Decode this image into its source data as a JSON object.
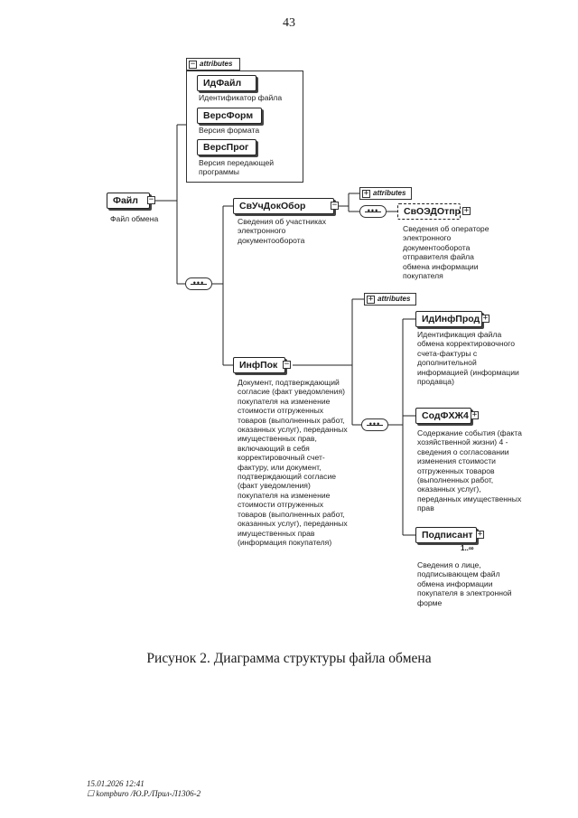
{
  "page_number": "43",
  "caption": "Рисунок 2. Диаграмма структуры файла обмена",
  "footer": {
    "timestamp": "15.01.2026 12:41",
    "path": "☐ kompburo /Ю.Р./Прил-Л1306-2"
  },
  "attributes_label": "attributes",
  "root": {
    "name": "Файл",
    "desc": "Файл обмена",
    "attributes": [
      {
        "name": "ИдФайл",
        "desc": "Идентификатор файла"
      },
      {
        "name": "ВерсФорм",
        "desc": "Версия формата"
      },
      {
        "name": "ВерсПрог",
        "desc": "Версия передающей программы"
      }
    ]
  },
  "sv_uch": {
    "name": "СвУчДокОбор",
    "desc": "Сведения об участниках электронного документооборота",
    "child": {
      "name": "СвОЭДОтпр",
      "desc": "Сведения об операторе электронного документооборота отправителя файла обмена информации покупателя"
    }
  },
  "inf_pok": {
    "name": "ИнфПок",
    "desc": "Документ, подтверждающий согласие (факт уведомления) покупателя на изменение стоимости отгруженных товаров (выполненных работ, оказанных услуг), переданных имущественных прав, включающий в себя корректировочный счет-фактуру, или документ, подтверждающий согласие (факт уведомления) покупателя на изменение стоимости отгруженных товаров (выполненных работ, оказанных услуг), переданных имущественных прав (информация покупателя)",
    "children": [
      {
        "name": "ИдИнфПрод",
        "desc": "Идентификация файла обмена корректировочного счета-фактуры с дополнительной информацией (информации продавца)"
      },
      {
        "name": "СодФХЖ4",
        "desc": "Содержание события (факта хозяйственной жизни) 4 - сведения о согласовании изменения стоимости отгруженных товаров (выполненных работ, оказанных услуг), переданных имущественных прав"
      },
      {
        "name": "Подписант",
        "desc": "Сведения о лице, подписывающем файл обмена информации покупателя в электронной форме",
        "multiplicity": "1..∞"
      }
    ]
  }
}
